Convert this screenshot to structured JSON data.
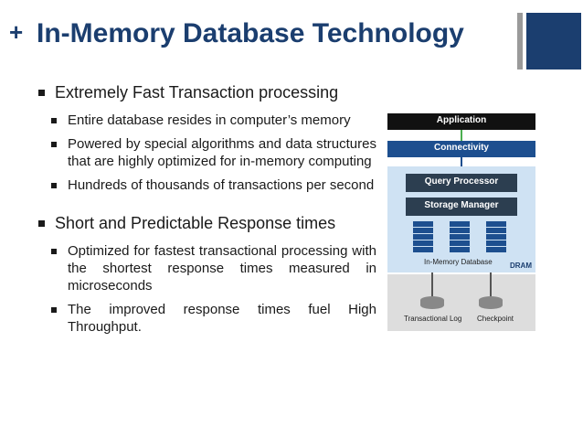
{
  "slide": {
    "plus": "+",
    "title": "In-Memory Database Technology"
  },
  "sections": [
    {
      "heading": "Extremely Fast Transaction processing",
      "items": [
        "Entire database resides in computer’s memory",
        "Powered by special algorithms and data structures that are highly optimized for in-memory computing",
        "Hundreds of thousands of transactions per second"
      ]
    },
    {
      "heading": "Short and Predictable Response times",
      "items": [
        "Optimized for fastest transactional processing with the shortest response times measured in microseconds",
        "The improved response times fuel High Throughput."
      ]
    }
  ],
  "diagram": {
    "application": "Application",
    "connectivity": "Connectivity",
    "query_processor": "Query Processor",
    "storage_manager": "Storage Manager",
    "in_memory_database": "In-Memory Database",
    "dram": "DRAM",
    "transactional_log": "Transactional Log",
    "checkpoint": "Checkpoint",
    "colors": {
      "application_bg": "#111111",
      "connectivity_bg": "#1d4f8f",
      "dram_bg": "#cfe2f3",
      "processor_bg": "#2c3e50",
      "storage_bg": "#dddddd",
      "accent_arrow": "#4caf50"
    }
  }
}
